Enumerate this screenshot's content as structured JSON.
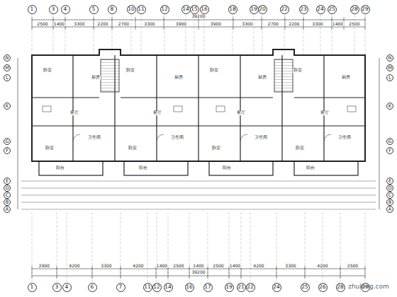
{
  "diagram": {
    "nodes": [
      {
        "text": [
          "1"
        ]
      },
      {
        "text": [
          "3"
        ]
      },
      {
        "text": [
          "4"
        ]
      },
      {
        "text": [
          "5"
        ]
      },
      {
        "text": [
          "8"
        ]
      },
      {
        "text": [
          "10"
        ]
      },
      {
        "text": [
          "11"
        ]
      },
      {
        "text": [
          "12"
        ]
      },
      {
        "text": [
          "14"
        ]
      },
      {
        "text": [
          "15"
        ]
      },
      {
        "text": [
          "16"
        ]
      },
      {
        "text": [
          "18"
        ]
      },
      {
        "text": [
          "19"
        ]
      },
      {
        "text": [
          "20"
        ]
      },
      {
        "text": [
          "22"
        ]
      },
      {
        "text": [
          "23"
        ]
      },
      {
        "text": [
          "24"
        ]
      },
      {
        "text": [
          "25"
        ]
      },
      {
        "text": [
          "28"
        ]
      },
      {
        "text": [
          "29"
        ]
      },
      {
        "text": [
          "1"
        ]
      },
      {
        "text": [
          "3"
        ]
      },
      {
        "text": [
          "4"
        ]
      },
      {
        "text": [
          "6"
        ]
      },
      {
        "text": [
          "7"
        ]
      },
      {
        "text": [
          "11"
        ]
      },
      {
        "text": [
          "12"
        ]
      },
      {
        "text": [
          "14"
        ]
      },
      {
        "text": [
          "16"
        ]
      },
      {
        "text": [
          "17"
        ]
      },
      {
        "text": [
          "19"
        ]
      },
      {
        "text": [
          "21"
        ]
      },
      {
        "text": [
          "22"
        ]
      },
      {
        "text": [
          "24"
        ]
      },
      {
        "text": [
          "25"
        ]
      },
      {
        "text": [
          "26"
        ]
      },
      {
        "text": [
          "28"
        ]
      },
      {
        "text": [
          "29"
        ]
      },
      {
        "text": [
          "N"
        ]
      },
      {
        "text": [
          "M"
        ]
      },
      {
        "text": [
          "L"
        ]
      },
      {
        "text": [
          "K"
        ]
      },
      {
        "text": [
          "G"
        ]
      },
      {
        "text": [
          "F"
        ]
      },
      {
        "text": [
          "E"
        ]
      },
      {
        "text": [
          "D"
        ]
      },
      {
        "text": [
          "C"
        ]
      },
      {
        "text": [
          "B"
        ]
      },
      {
        "text": [
          "A"
        ]
      },
      {
        "text": [
          "N"
        ]
      },
      {
        "text": [
          "M"
        ]
      },
      {
        "text": [
          "L"
        ]
      },
      {
        "text": [
          "K"
        ]
      },
      {
        "text": [
          "G"
        ]
      },
      {
        "text": [
          "F"
        ]
      },
      {
        "text": [
          "E"
        ]
      },
      {
        "text": [
          "D"
        ]
      },
      {
        "text": [
          "C"
        ]
      },
      {
        "text": [
          "B"
        ]
      },
      {
        "text": [
          "A"
        ]
      }
    ],
    "labels": [
      "2500",
      "1400",
      "3300",
      "2200",
      "2700",
      "3300",
      "3900",
      "3900",
      "3300",
      "2700",
      "2200",
      "3300",
      "1400",
      "2500",
      "39200",
      "2900",
      "4200",
      "3300",
      "4200",
      "1400",
      "2500",
      "1400",
      "2500",
      "1400",
      "4200",
      "3300",
      "4200",
      "2500",
      "39200",
      "卧室",
      "客厅",
      "卧室",
      "阳台",
      "厨房",
      "卫生间",
      "卧室",
      "客厅",
      "卧室",
      "阳台",
      "厨房",
      "卫生间",
      "卧室",
      "客厅",
      "卧室",
      "阳台",
      "厨房",
      "卫生间",
      "卧室",
      "客厅",
      "卧室",
      "阳台",
      "厨房",
      "卫生间",
      "zhulong.com"
    ]
  }
}
